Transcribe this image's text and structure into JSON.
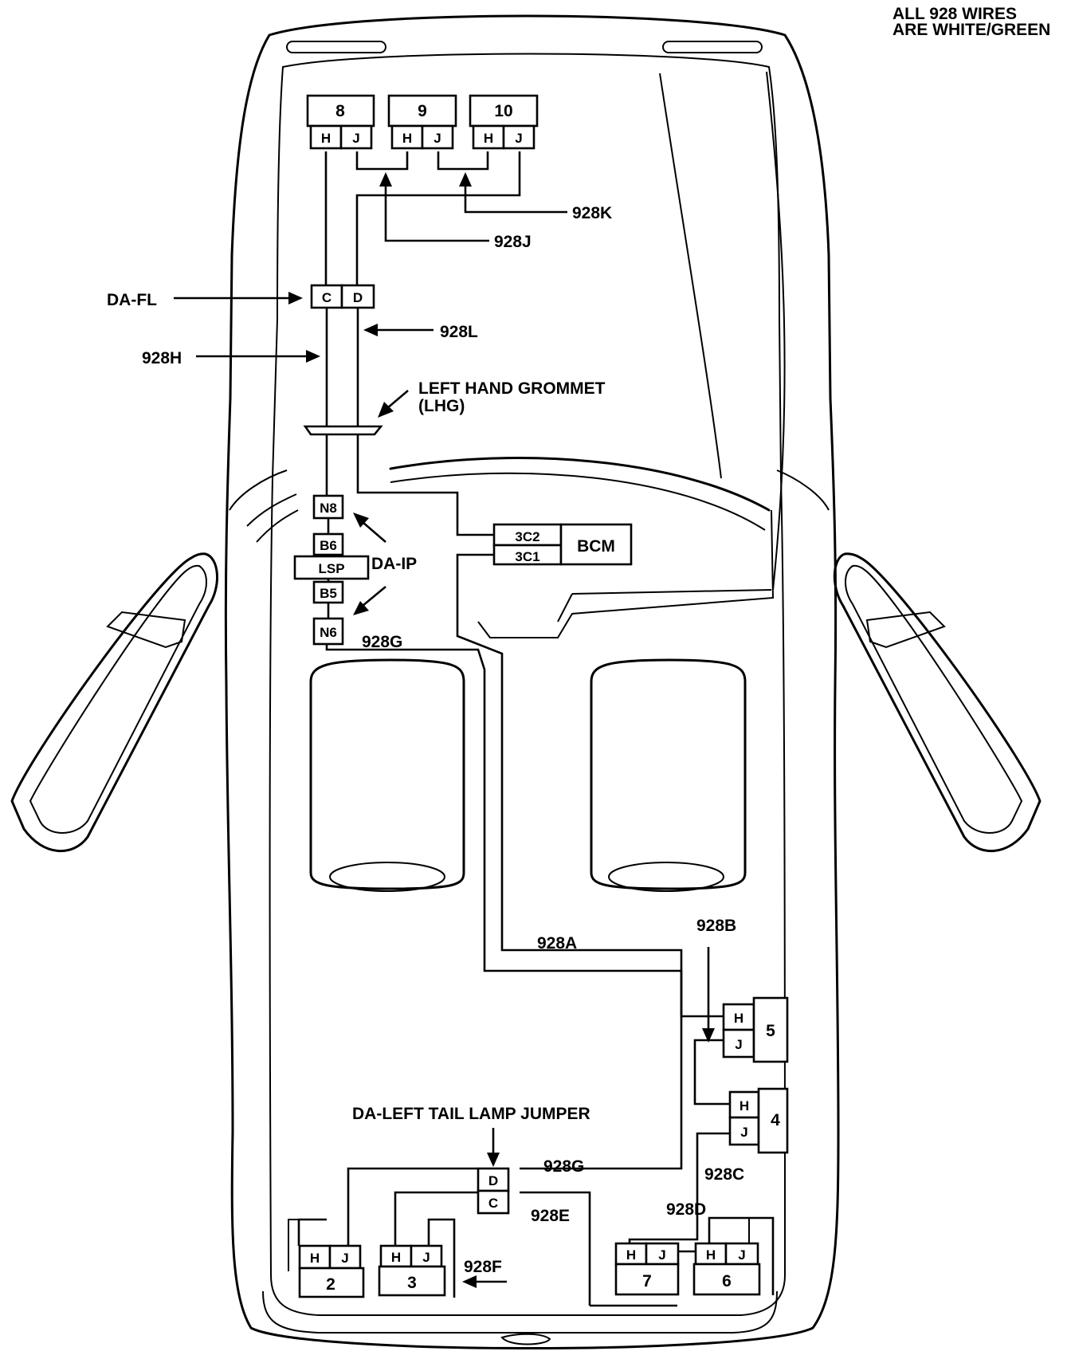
{
  "note": {
    "line1": "ALL 928 WIRES",
    "line2": "ARE WHITE/GREEN"
  },
  "lamps_front": [
    {
      "id": "8",
      "pins": [
        "H",
        "J"
      ]
    },
    {
      "id": "9",
      "pins": [
        "H",
        "J"
      ]
    },
    {
      "id": "10",
      "pins": [
        "H",
        "J"
      ]
    }
  ],
  "lamps_rear_left": [
    {
      "id": "2",
      "pins": [
        "H",
        "J"
      ]
    },
    {
      "id": "3",
      "pins": [
        "H",
        "J"
      ]
    }
  ],
  "lamps_rear_right": [
    {
      "id": "7",
      "pins": [
        "H",
        "J"
      ]
    },
    {
      "id": "6",
      "pins": [
        "H",
        "J"
      ]
    }
  ],
  "lamps_side": [
    {
      "id": "5",
      "pins": [
        "H",
        "J"
      ]
    },
    {
      "id": "4",
      "pins": [
        "H",
        "J"
      ]
    }
  ],
  "connectors": {
    "da_fl": {
      "label": "DA-FL",
      "pins": [
        "C",
        "D"
      ]
    },
    "da_ip": {
      "label": "DA-IP",
      "stack": [
        "N8",
        "B6",
        "LSP",
        "B5",
        "N6"
      ]
    },
    "bcm": {
      "label": "BCM",
      "pins": [
        "3C2",
        "3C1"
      ]
    },
    "tail_jumper": {
      "label": "DA-LEFT TAIL LAMP JUMPER",
      "pins": [
        "D",
        "C"
      ]
    }
  },
  "grommet": {
    "line1": "LEFT HAND GROMMET",
    "line2": "(LHG)"
  },
  "wires": {
    "w928A": "928A",
    "w928B": "928B",
    "w928C": "928C",
    "w928D": "928D",
    "w928E": "928E",
    "w928F": "928F",
    "w928G_front": "928G",
    "w928G_rear": "928G",
    "w928H": "928H",
    "w928J": "928J",
    "w928K": "928K",
    "w928L": "928L"
  }
}
